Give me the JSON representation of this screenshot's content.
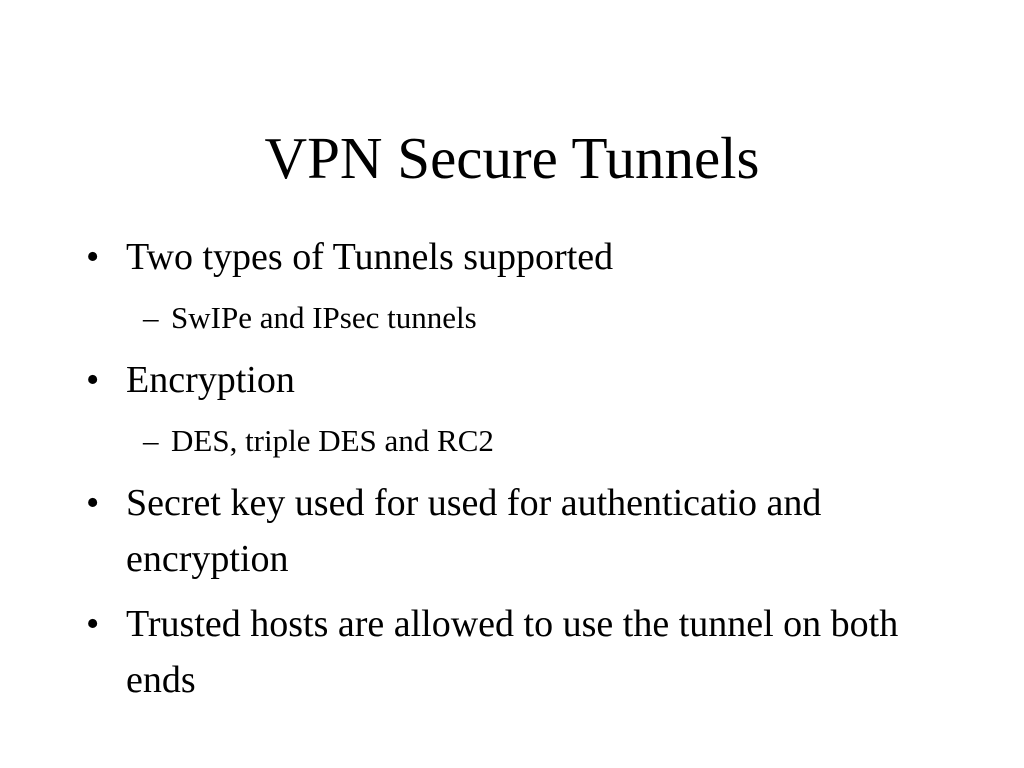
{
  "slide": {
    "title": "VPN Secure Tunnels",
    "bullet_marker": "•",
    "sub_marker": "–",
    "items": [
      {
        "text": "Two types of Tunnels supported"
      },
      {
        "text": "SwIPe and IPsec tunnels"
      },
      {
        "text": "Encryption"
      },
      {
        "text": "DES, triple DES and RC2"
      },
      {
        "text": "Secret key used for used for authenticatio and encryption"
      },
      {
        "text": "Trusted hosts are allowed to use the tunnel on both ends"
      }
    ]
  }
}
